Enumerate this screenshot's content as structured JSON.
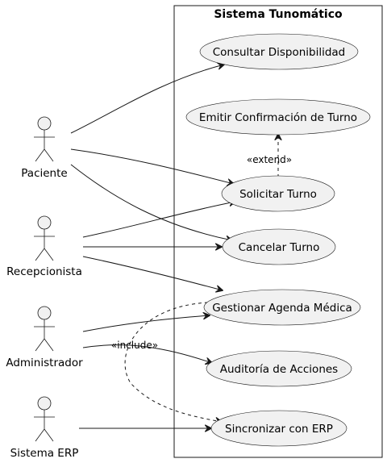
{
  "system": {
    "title": "Sistema Tunomático"
  },
  "use_cases": {
    "consultar": "Consultar Disponibilidad",
    "emitir": "Emitir Confirmación de Turno",
    "solicitar": "Solicitar Turno",
    "cancelar": "Cancelar Turno",
    "gestionar": "Gestionar Agenda Médica",
    "auditoria": "Auditoría de Acciones",
    "sincronizar": "Sincronizar con ERP"
  },
  "actors": {
    "paciente": "Paciente",
    "recepcionista": "Recepcionista",
    "administrador": "Administrador",
    "erp": "Sistema ERP"
  },
  "relations": {
    "extend_label": "«extend»",
    "include_label": "«include»"
  }
}
